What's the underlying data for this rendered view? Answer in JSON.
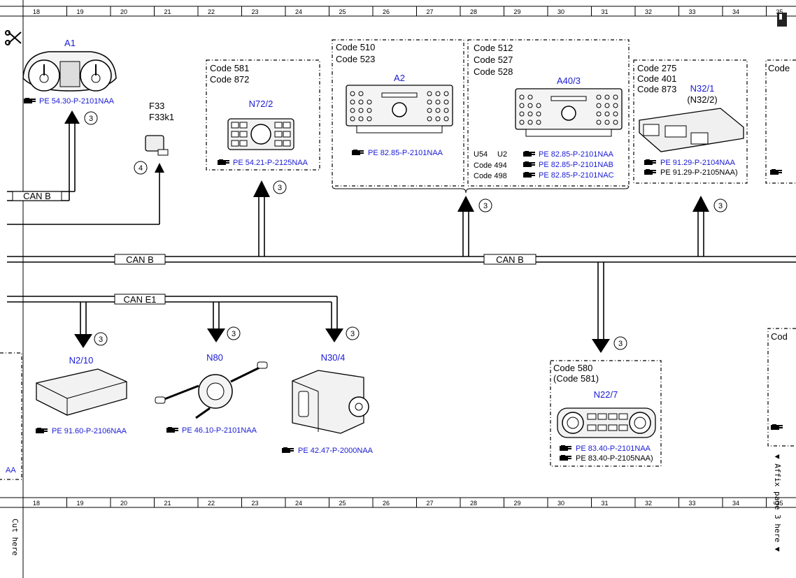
{
  "ruler": {
    "columns": [
      "18",
      "19",
      "20",
      "21",
      "22",
      "23",
      "24",
      "25",
      "26",
      "27",
      "28",
      "29",
      "30",
      "31",
      "32",
      "33",
      "34",
      "35"
    ]
  },
  "bus": {
    "can_b_left": "CAN B",
    "can_b_main": "CAN B",
    "can_b_right": "CAN B",
    "can_e1": "CAN E1"
  },
  "components": {
    "a1": {
      "name": "A1",
      "ref": "PE 54.30-P-2101NAA",
      "note": "3"
    },
    "f33": {
      "name1": "F33",
      "name2": "F33k1",
      "note": "4"
    },
    "n72_2": {
      "code1": "Code 581",
      "code2": "Code 872",
      "name": "N72/2",
      "ref": "PE 54.21-P-2125NAA",
      "note": "3"
    },
    "a2": {
      "code1": "Code 510",
      "code2": "Code 523",
      "name": "A2",
      "ref": "PE 82.85-P-2101NAA"
    },
    "a40_3": {
      "code1": "Code 512",
      "code2": "Code 527",
      "code3": "Code 528",
      "name": "A40/3",
      "var1": "U54",
      "var1b": "U2",
      "var2": "Code 494",
      "var3": "Code 498",
      "ref1": "PE 82.85-P-2101NAA",
      "ref2": "PE 82.85-P-2101NAB",
      "ref3": "PE 82.85-P-2101NAC"
    },
    "a2_a40_note": "3",
    "n32_1": {
      "code1": "Code 275",
      "code2": "Code 401",
      "code3": "Code 873",
      "name": "N32/1",
      "alt": "(N32/2)",
      "ref1": "PE 91.29-P-2104NAA",
      "ref2": "PE 91.29-P-2105NAA)",
      "note": "3"
    },
    "right_edge": {
      "code": "Code",
      "code2": "Cod"
    },
    "n2_10": {
      "name": "N2/10",
      "ref": "PE 91.60-P-2106NAA",
      "note": "3"
    },
    "n80": {
      "name": "N80",
      "ref": "PE 46.10-P-2101NAA",
      "note": "3"
    },
    "n30_4": {
      "name": "N30/4",
      "ref": "PE 42.47-P-2000NAA",
      "note": "3"
    },
    "n22_7": {
      "code1": "Code 580",
      "code2": "(Code 581)",
      "name": "N22/7",
      "ref1": "PE 83.40-P-2101NAA",
      "ref2": "PE 83.40-P-2105NAA)",
      "note": "3"
    },
    "left_partial_ref": "AA"
  },
  "margin": {
    "cut_here": "Cut here",
    "affix": "▼ Affix page 3 here ▼"
  }
}
